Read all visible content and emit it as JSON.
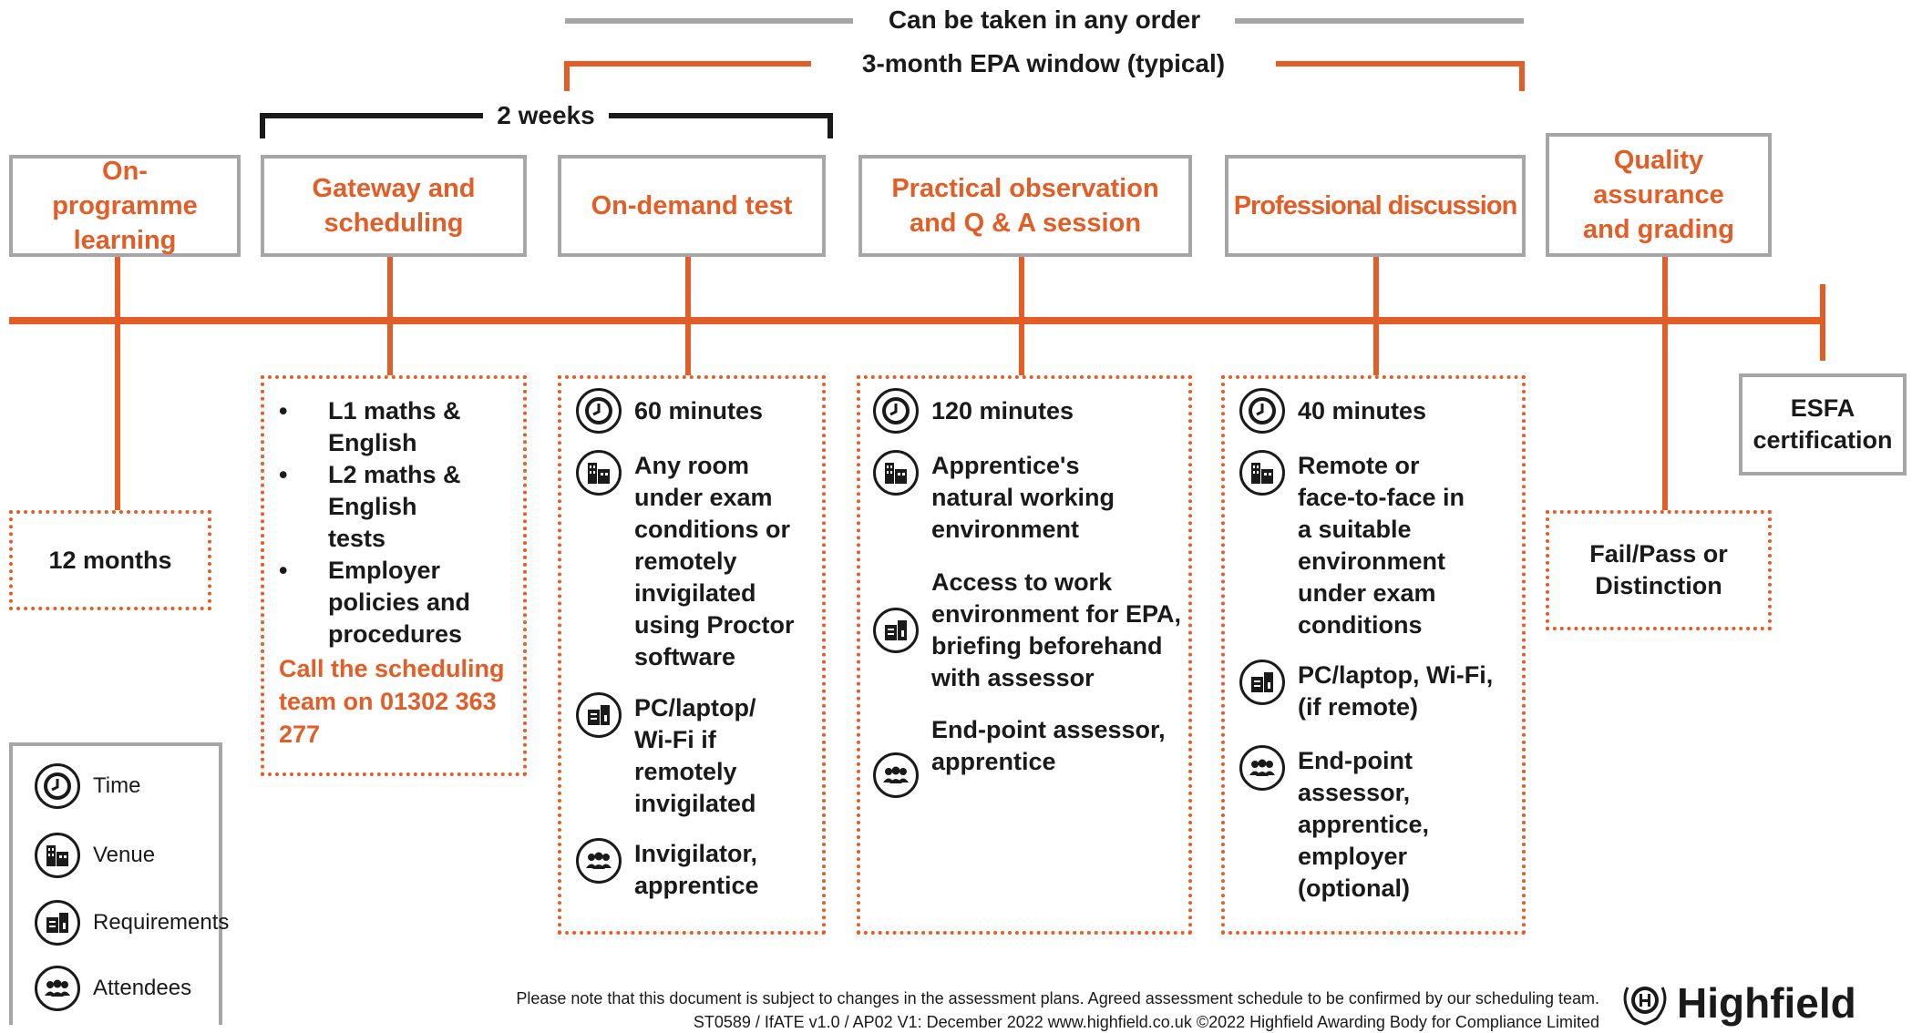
{
  "brackets": {
    "any_order": "Can be taken in any order",
    "epa_window": "3-month EPA window (typical)",
    "two_weeks": "2 weeks"
  },
  "stages": {
    "on_programme": "On-programme learning",
    "gateway": "Gateway and scheduling",
    "on_demand": "On-demand test",
    "practical": "Practical observation and Q & A session",
    "professional": "Professional discussion",
    "quality": "Quality assurance and grading",
    "esfa": "ESFA certification"
  },
  "on_programme_detail": {
    "duration": "12 months"
  },
  "gateway_detail": {
    "bullets": [
      "L1 maths & English",
      "L2 maths & English tests",
      "Employer policies and procedures"
    ],
    "call": "Call the scheduling team on 01302 363 277"
  },
  "on_demand_detail": {
    "time": "60 minutes",
    "venue": "Any room under exam conditions or remotely invigilated using Proctor software",
    "requirements": "PC/laptop/ Wi-Fi if remotely invigilated",
    "attendees": "Invigilator, apprentice"
  },
  "practical_detail": {
    "time": "120 minutes",
    "venue": "Apprentice's natural working environment",
    "requirements": "Access to work environment for EPA, briefing beforehand with assessor",
    "attendees": "End-point assessor, apprentice"
  },
  "professional_detail": {
    "time": "40 minutes",
    "venue": "Remote or face-to-face in a suitable environment under exam conditions",
    "requirements": "PC/laptop, Wi-Fi, (if remote)",
    "attendees": "End-point assessor, apprentice, employer (optional)"
  },
  "quality_detail": {
    "grades": "Fail/Pass or Distinction"
  },
  "legend": {
    "time": "Time",
    "venue": "Venue",
    "requirements": "Requirements",
    "attendees": "Attendees"
  },
  "footer": {
    "note": "Please note that this document is subject to changes in the assessment plans. Agreed assessment schedule to be confirmed by our scheduling team.",
    "ref": "ST0589 / IfATE v1.0 / AP02   V1: December 2022   www.highfield.co.uk   ©2022 Highfield Awarding Body for Compliance Limited",
    "brand": "Highfield"
  },
  "colors": {
    "accent": "#e35d26",
    "border_grey": "#a6a6a6",
    "bracket_grey": "#a6a6a6",
    "text": "#1a1a1a"
  }
}
